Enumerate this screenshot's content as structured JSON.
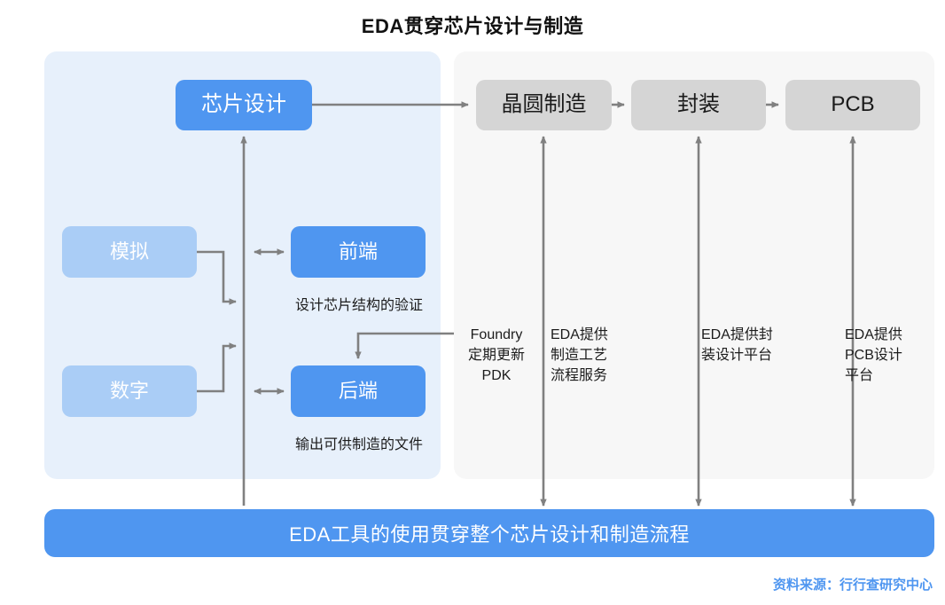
{
  "page": {
    "title": "EDA贯穿芯片设计与制造",
    "source_note": "资料来源：行行查研究中心",
    "banner_text": "EDA工具的使用贯穿整个芯片设计和制造流程"
  },
  "colors": {
    "accent_blue": "#4f96f0",
    "light_blue_box": "#aacdf6",
    "gray_box": "#d5d5d5",
    "panel_left_bg": "#e7f0fb",
    "panel_right_bg": "#f7f7f7",
    "connector": "#808080",
    "title_text": "#111111",
    "source_text": "#4f96f0"
  },
  "design_panel": {
    "main_box": "芯片设计",
    "inputs": [
      {
        "label": "模拟"
      },
      {
        "label": "数字"
      }
    ],
    "stages": [
      {
        "label": "前端",
        "caption": "设计芯片结构的验证"
      },
      {
        "label": "后端",
        "caption": "输出可供制造的文件"
      }
    ]
  },
  "manufacturing_panel": {
    "boxes": [
      {
        "label": "晶圆制造"
      },
      {
        "label": "封装"
      },
      {
        "label": "PCB"
      }
    ],
    "annotations": [
      {
        "text": "Foundry\n定期更新\nPDK"
      },
      {
        "text": "EDA提供\n制造工艺\n流程服务"
      },
      {
        "text": "EDA提供封\n装设计平台"
      },
      {
        "text": "EDA提供\nPCB设计\n平台"
      }
    ]
  }
}
